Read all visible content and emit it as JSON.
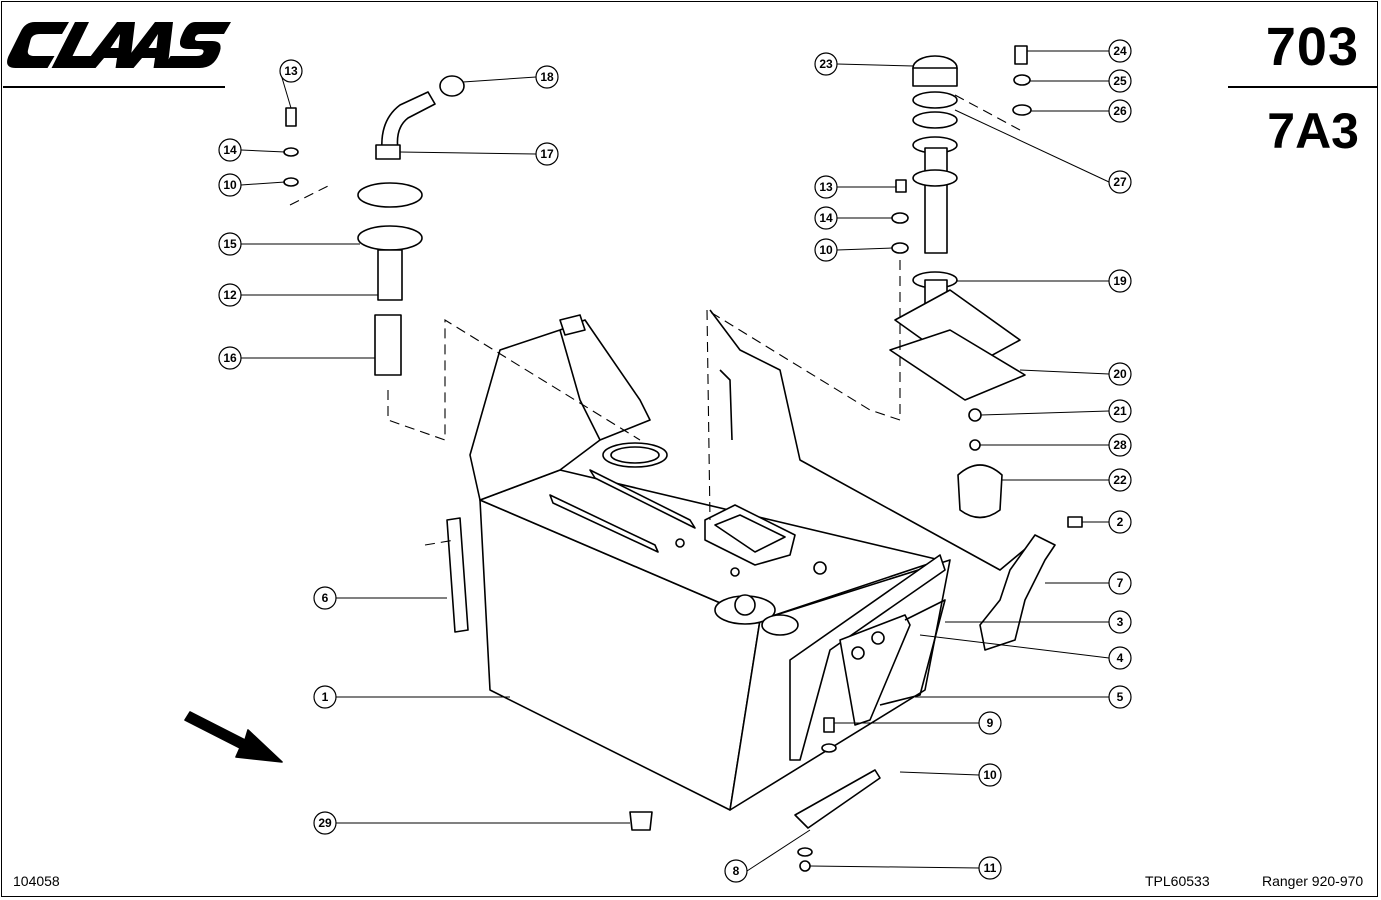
{
  "header": {
    "brand": "CLAAS",
    "page_number": "703",
    "section_code": "7A3"
  },
  "footer": {
    "drawing_number": "104058",
    "reference": "TPL60533",
    "model": "Ranger 920-970"
  },
  "callouts": [
    "13",
    "18",
    "17",
    "14",
    "10",
    "15",
    "12",
    "16",
    "23",
    "24",
    "25",
    "26",
    "27",
    "13",
    "14",
    "10",
    "19",
    "20",
    "21",
    "28",
    "22",
    "2",
    "7",
    "3",
    "4",
    "5",
    "6",
    "1",
    "9",
    "10",
    "29",
    "8",
    "11"
  ]
}
